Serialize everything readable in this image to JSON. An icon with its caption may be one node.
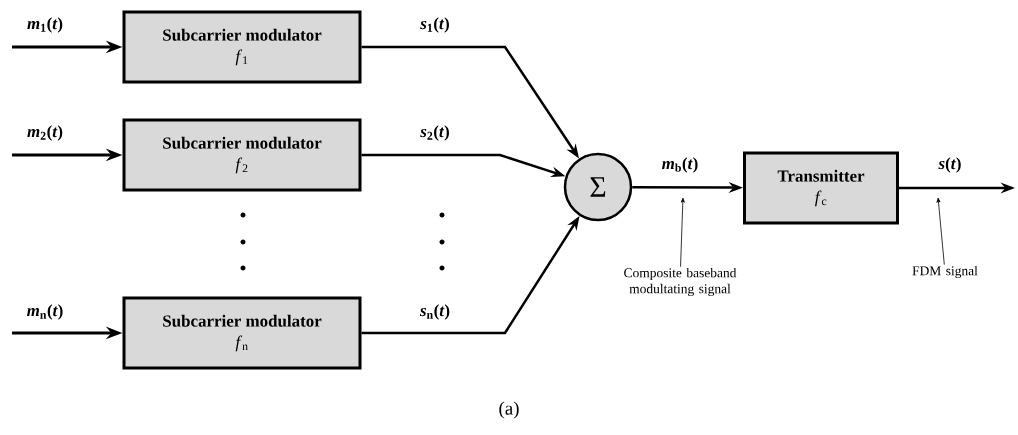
{
  "diagram": {
    "caption": "(a)",
    "nodes": [
      {
        "text": [
          "Subcarrier modulator",
          "*f*$_{1}$"
        ]
      },
      {
        "text": [
          "Subcarrier modulator",
          "*f*$_{2}$"
        ]
      },
      {
        "text": [
          "Subcarrier modulator",
          "*f*$_{n}$"
        ]
      },
      {
        "text": [
          "Σ"
        ]
      },
      {
        "text": [
          "Transmitter",
          "*f*$_{c}$"
        ]
      },
      {
        "text": [
          "Composite baseband modultating signal"
        ]
      },
      {
        "text": [
          "FDM signal"
        ]
      }
    ],
    "edges": [
      {
        "from": null,
        "to": 0,
        "arrow": "to",
        "label": "*m*$_{1}$(*t*)"
      },
      {
        "from": null,
        "to": 1,
        "arrow": "to",
        "label": "*m*$_{2}$(*t*)"
      },
      {
        "from": null,
        "to": 2,
        "arrow": "to",
        "label": "*m*$_{n}$(*t*)"
      },
      {
        "from": 0,
        "to": 3,
        "arrow": "to",
        "label": "*s*$_{1}$(*t*)"
      },
      {
        "from": 1,
        "to": 3,
        "arrow": "to",
        "label": "*s*$_{2}$(*t*)"
      },
      {
        "from": 2,
        "to": 3,
        "arrow": "to",
        "label": "*s*$_{n}$(*t*)"
      },
      {
        "from": 3,
        "to": 4,
        "arrow": "to",
        "label": "*m*$_{b}$(*t*)"
      },
      {
        "from": 4,
        "to": null,
        "arrow": "to",
        "label": "*s*(*t*)"
      },
      {
        "from": 5,
        "to": null,
        "arrow": "to"
      },
      {
        "from": 6,
        "to": null,
        "arrow": "to"
      }
    ]
  }
}
